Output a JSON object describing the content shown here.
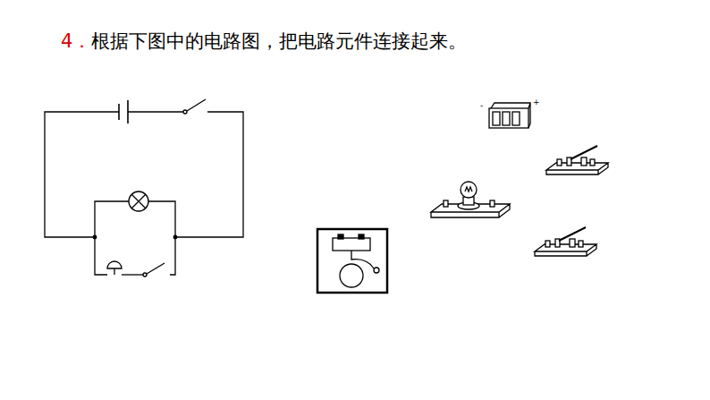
{
  "diagram": {
    "title": "4．根据下图中的电路图，把电路元件连接起来。",
    "labels": [
      "-",
      "+"
    ]
  }
}
